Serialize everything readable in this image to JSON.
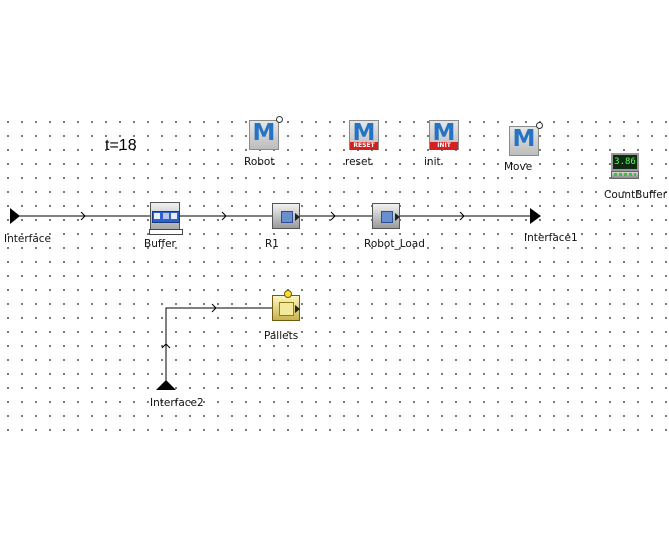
{
  "simulation": {
    "time_label": "t=18"
  },
  "methods": [
    {
      "id": "robot",
      "label": "Robot",
      "letter": "M",
      "flag": ""
    },
    {
      "id": "reset",
      "label": "reset",
      "letter": "M",
      "flag": "RESET"
    },
    {
      "id": "init",
      "label": "init",
      "letter": "M",
      "flag": "INIT"
    },
    {
      "id": "move",
      "label": "Move",
      "letter": "M",
      "flag": ""
    }
  ],
  "objects": {
    "interface_in": {
      "label": "Interface"
    },
    "buffer": {
      "label": "Buffer"
    },
    "r1": {
      "label": "R1"
    },
    "robot_load": {
      "label": "Robot_Load"
    },
    "interface_out": {
      "label": "Interface1"
    },
    "pallets": {
      "label": "Pallets"
    },
    "interface2": {
      "label": "Interface2"
    },
    "count_buffer": {
      "label": "CountBuffer",
      "display": "3.86"
    }
  },
  "colors": {
    "wire": "#000000",
    "method_letter": "#2573c4",
    "flag": "#d42020",
    "grid_dot": "#555555"
  }
}
